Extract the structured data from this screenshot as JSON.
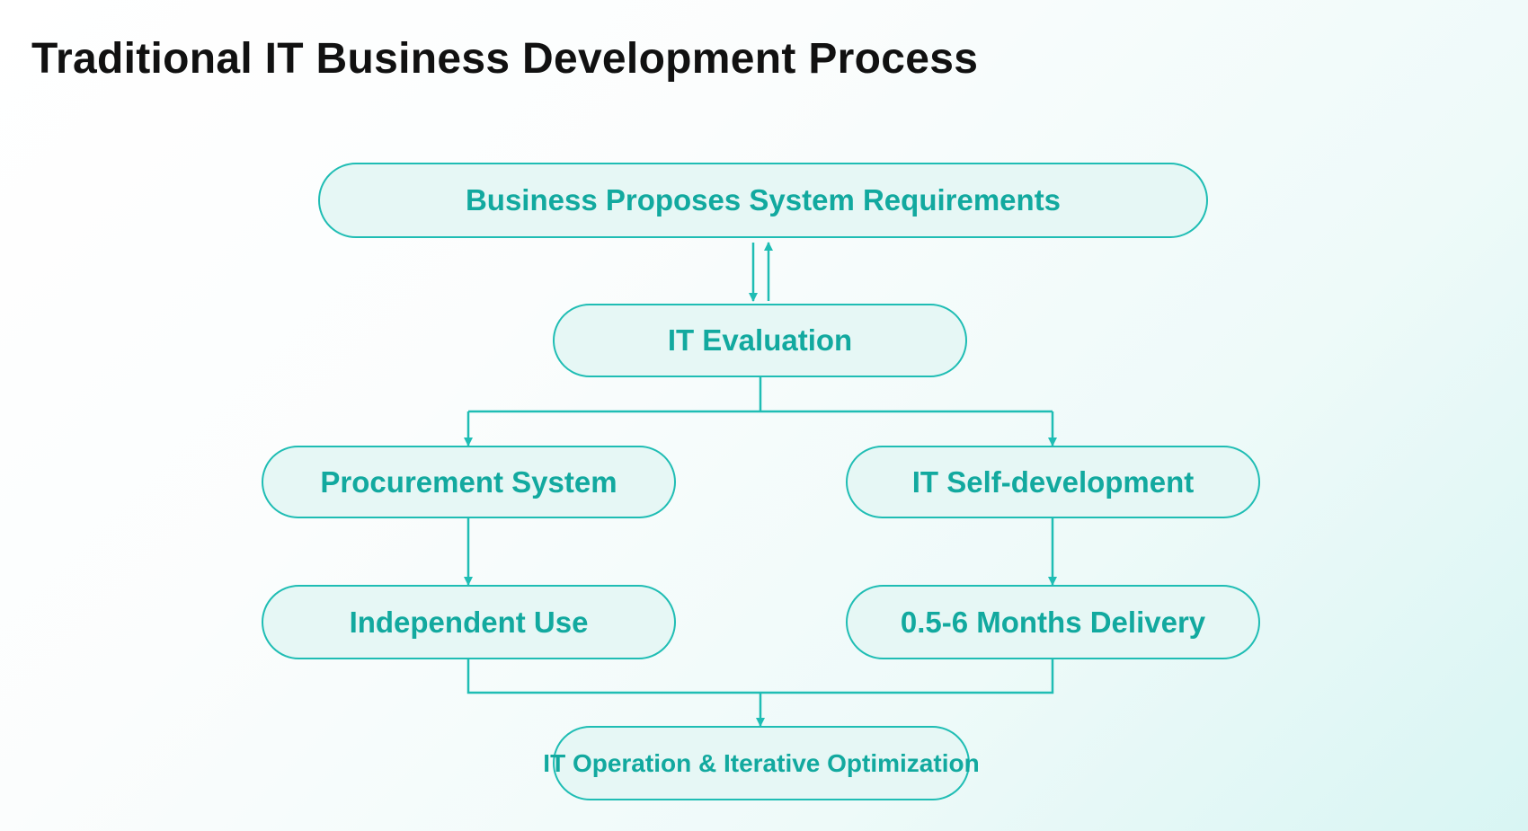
{
  "title": "Traditional IT Business Development Process",
  "diagram": {
    "nodes": {
      "requirements": "Business Proposes System Requirements",
      "evaluation": "IT Evaluation",
      "procurement": "Procurement System",
      "self_development": "IT Self-development",
      "independent_use": "Independent Use",
      "delivery": "0.5-6 Months Delivery",
      "operation": "IT Operation & Iterative Optimization"
    },
    "colors": {
      "accent": "#1fbdb4",
      "node_fill": "#e6f7f5",
      "node_text": "#12a99f",
      "title_text": "#111111"
    }
  }
}
